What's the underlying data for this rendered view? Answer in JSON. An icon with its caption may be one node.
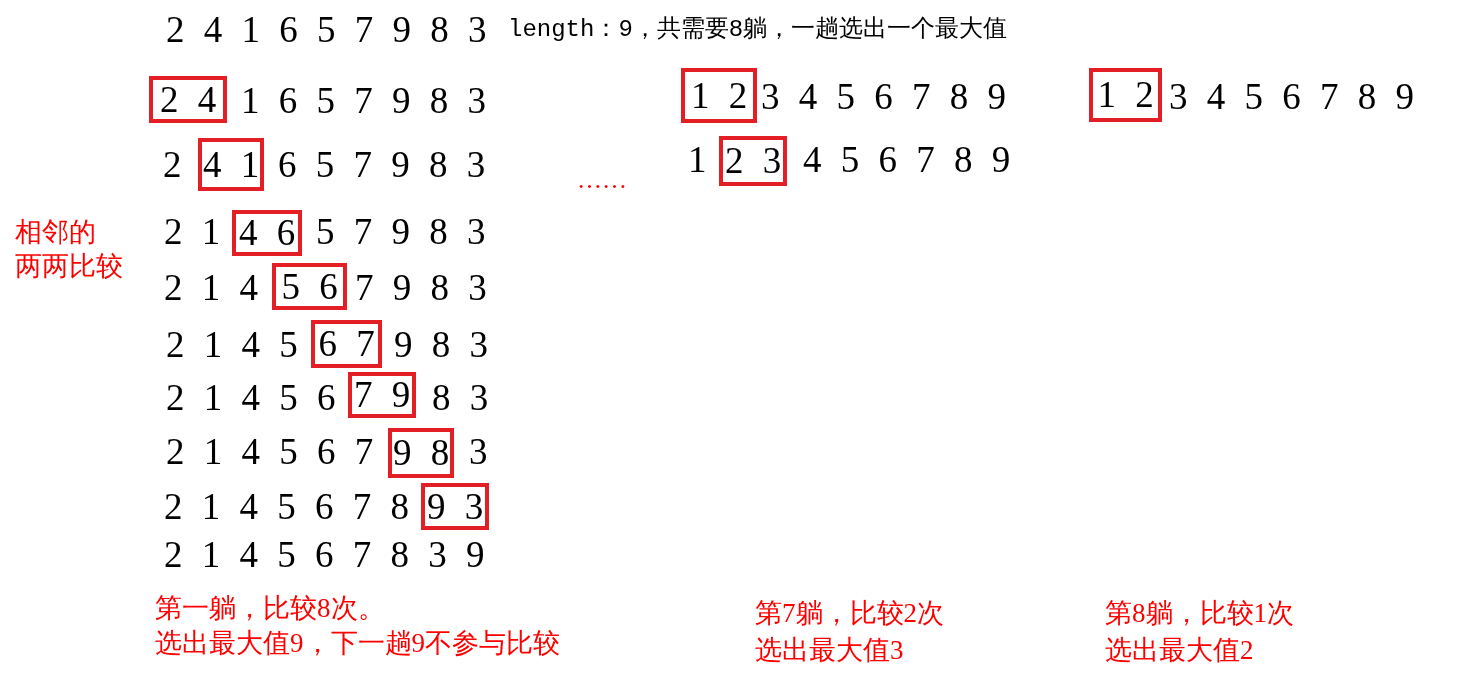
{
  "diagram": {
    "nodes": [
      {
        "text": [
          "2 4"
        ]
      },
      {
        "text": [
          "1 2"
        ]
      },
      {
        "text": [
          "1 2"
        ]
      },
      {
        "text": [
          "4 1"
        ]
      },
      {
        "text": [
          "2 3"
        ]
      },
      {
        "text": [
          "4 6"
        ]
      },
      {
        "text": [
          "5 6"
        ]
      },
      {
        "text": [
          "6 7"
        ]
      },
      {
        "text": [
          "7 9"
        ]
      },
      {
        "text": [
          "9 8"
        ]
      },
      {
        "text": [
          "9 3"
        ]
      }
    ],
    "labels": [
      "2 4 1 6 5 7 9 8 3",
      "length：9，共需要8躺，一趟选出一个最大值",
      "1 6 5 7 9 8 3",
      "3 4 5 6 7 8 9",
      "3 4 5 6 7 8 9",
      "2",
      "6 5 7 9 8 3",
      "1",
      "4 5 6 7 8 9",
      "……",
      "相邻的两两比较",
      "2 1",
      "5 7 9 8 3",
      "2 1 4",
      "7 9 8 3",
      "2 1 4 5",
      "9 8 3",
      "2 1 4 5 6",
      "8 3",
      "2 1 4 5 6 7",
      "3",
      "2 1 4 5 6 7 8",
      "2 1 4 5 6 7 8 3 9",
      "第一躺，比较8次。",
      "第7躺，比较2次",
      "第8躺，比较1次",
      "选出最大值9，下一趟9不参与比较",
      "选出最大值3",
      "选出最大值2"
    ]
  }
}
